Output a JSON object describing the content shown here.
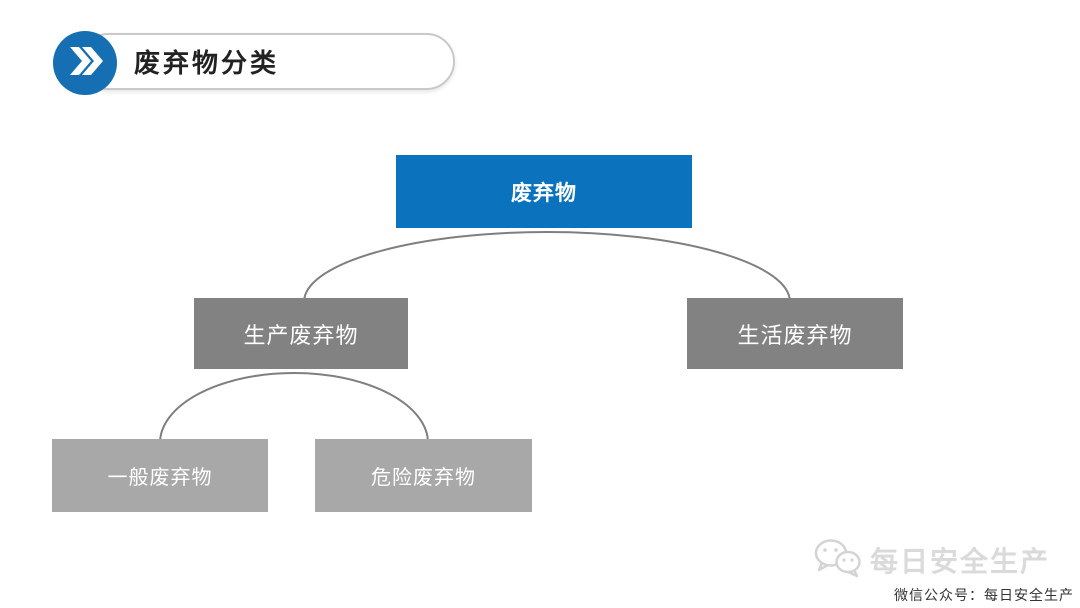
{
  "header": {
    "title": "废弃物分类",
    "badge_icon": "double-chevron-right-icon",
    "badge_color": "#156fb2"
  },
  "tree": {
    "type": "hierarchy",
    "connector_color": "#7f7f7f",
    "root": {
      "label": "废弃物",
      "color": "#0b73bd",
      "text_color": "#ffffff"
    },
    "level2": [
      {
        "label": "生产废弃物",
        "color": "#828282",
        "parent": "废弃物"
      },
      {
        "label": "生活废弃物",
        "color": "#828282",
        "parent": "废弃物"
      }
    ],
    "level3": [
      {
        "label": "一般废弃物",
        "color": "#a8a8a8",
        "parent": "生产废弃物"
      },
      {
        "label": "危险废弃物",
        "color": "#a8a8a8",
        "parent": "生产废弃物"
      }
    ]
  },
  "watermark": {
    "icon": "wechat-icon",
    "text": "每日安全生产"
  },
  "footer": {
    "caption": "微信公众号：每日安全生产"
  }
}
